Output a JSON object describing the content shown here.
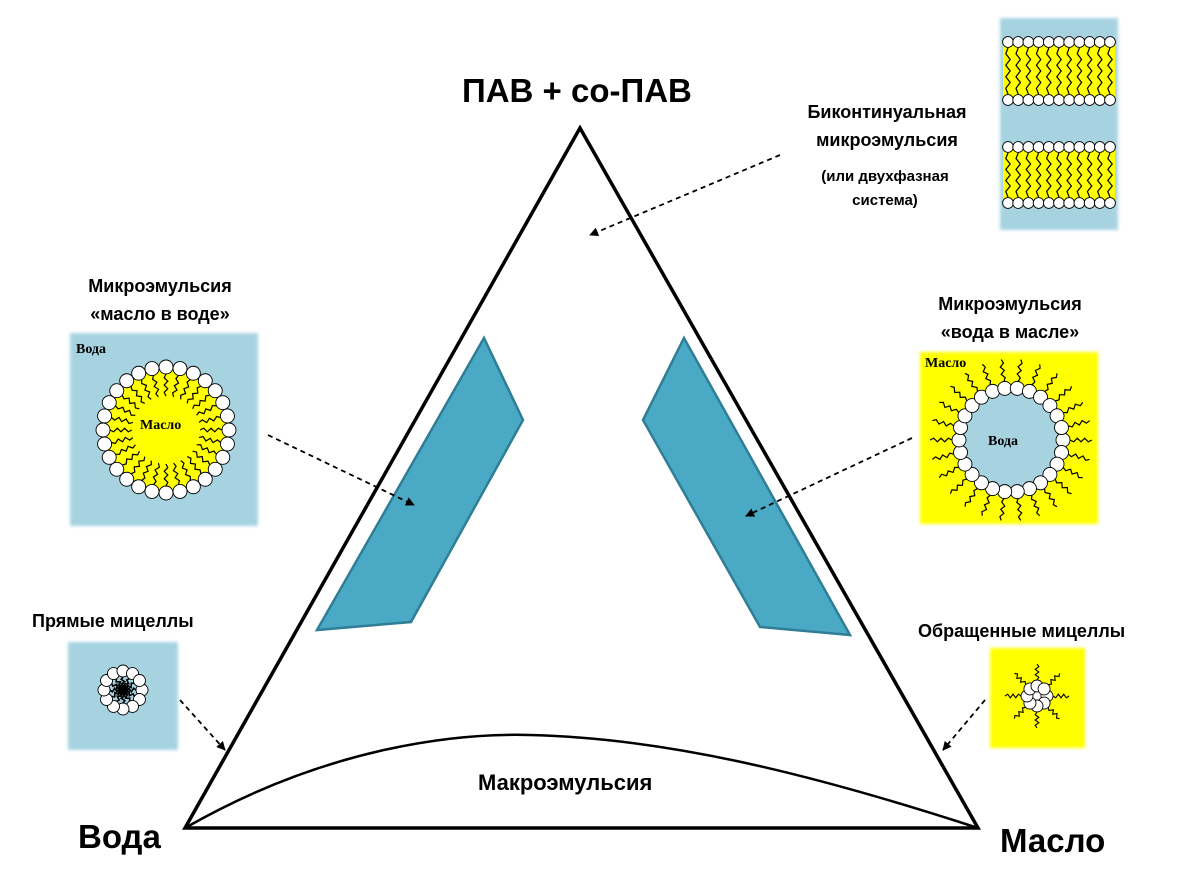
{
  "vertices": {
    "top": "ПАВ + со-ПАВ",
    "left": "Вода",
    "right": "Масло"
  },
  "regions": {
    "macro": "Макроэмульсия"
  },
  "annotations": {
    "bicontinuous": {
      "line1": "Биконтинуальная",
      "line2": "микроэмульсия",
      "note1": "(или двухфазная",
      "note2": "система)"
    },
    "ow": {
      "line1": "Микроэмульсия",
      "line2": "«масло в воде»"
    },
    "wo": {
      "line1": "Микроэмульсия",
      "line2": "«вода в масле»"
    },
    "direct_micelles": "Прямые мицеллы",
    "reverse_micelles": "Обращенные мицеллы"
  },
  "insets": {
    "ow": {
      "outer_label": "Вода",
      "inner_label": "Масло"
    },
    "wo": {
      "outer_label": "Масло",
      "inner_label": "Вода"
    }
  },
  "colors": {
    "water": "#a7d3e0",
    "oil": "#ffff00",
    "region_fill": "#4aa9c4",
    "region_stroke": "#2f7e96",
    "line": "#000000",
    "head": "#ffffff"
  },
  "icons": [
    "surfactant-head-icon",
    "surfactant-tail-icon",
    "arrow-icon"
  ]
}
